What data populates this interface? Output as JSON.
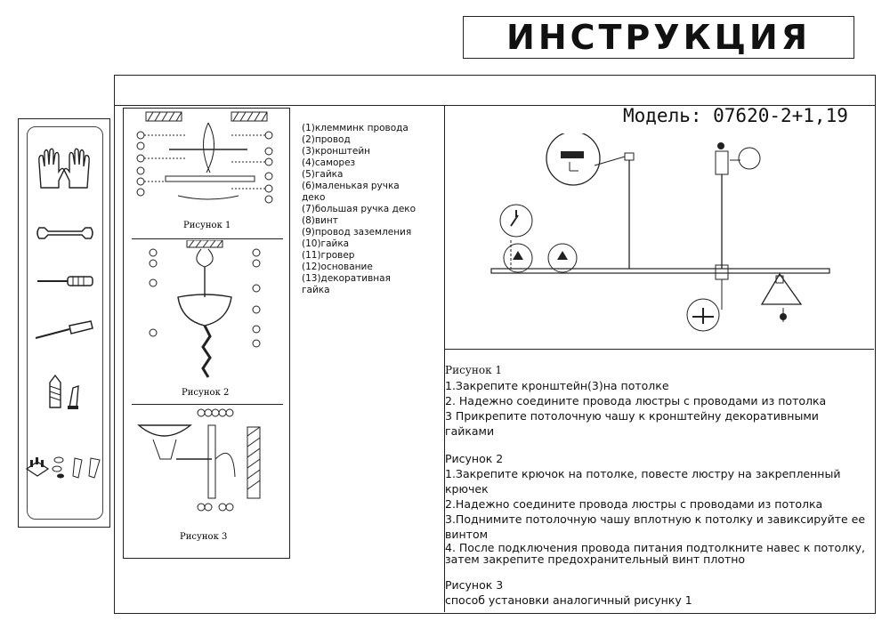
{
  "title": "ИНСТРУКЦИЯ",
  "model": "Модель: 07620-2+1,19",
  "figure_captions": [
    "Рисунок 1",
    "Рисунок 2",
    "Рисунок 3"
  ],
  "parts": [
    "(1)клемминк провода",
    "(2)провод",
    "(3)кронштейн",
    "(4)саморез",
    "(5)гайка",
    "(6)маленькая ручка",
    "деко",
    "(7)большая ручка деко",
    "(8)винт",
    "(9)провод заземления",
    "(10)гайка",
    "(11)гровер",
    "(12)основание",
    "(13)декоративная",
    "гайка"
  ],
  "instructions": {
    "fig1_heading": "Рисунок 1",
    "fig1_steps": [
      "1.Закрепите кронштейн(3)на потолке",
      "2. Надежно соедините провода люстры с проводами из потолка",
      "3 Прикрепите потолочную чашу к кронштейну декоративными гайками"
    ],
    "fig2_heading": "Рисунок 2",
    "fig2_steps": [
      "1.Закрепите крючок на потолке, повесте люстру на закрепленный крючек",
      "2.Надежно соедините провода люстры с проводами из потолка",
      "3.Поднимите потолочную чашу вплотную к потолку и завиксируйте ее винтом",
      "4. После подключения провода питания подтолкните навес к потолку, затем закрепите предохранительный винт плотно"
    ],
    "fig3_heading": "Рисунок 3",
    "fig3_steps": [
      "способ установки аналогичный рисунку 1"
    ]
  },
  "tool_icons": [
    "gloves-icon",
    "wrench-icon",
    "screwdriver-flat-icon",
    "screwdriver-phillips-icon",
    "anchor-screw-icon",
    "terminal-parts-icon"
  ]
}
